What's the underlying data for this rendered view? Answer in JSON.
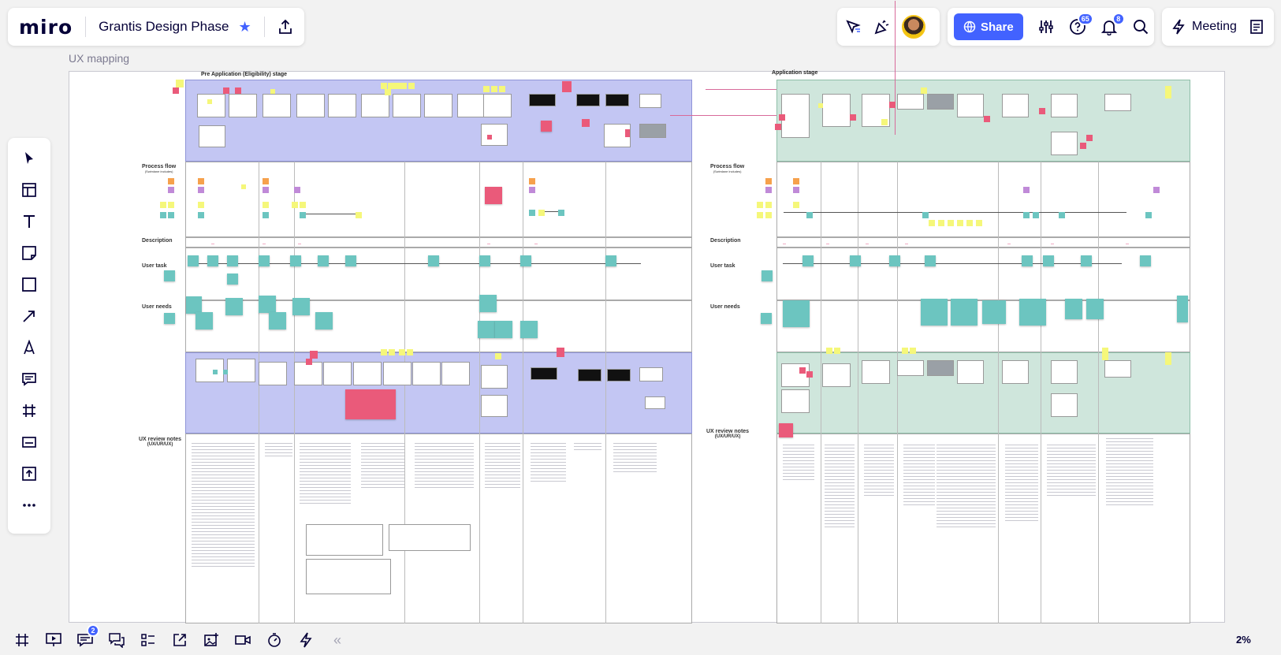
{
  "app": {
    "logo": "miro",
    "board_title": "Grantis Design Phase"
  },
  "collab": {
    "avatar_name": "user-avatar"
  },
  "share": {
    "label": "Share",
    "help_badge": "65",
    "notifications_badge": "8"
  },
  "meeting": {
    "label": "Meeting"
  },
  "frame": {
    "label": "UX mapping"
  },
  "board": {
    "pre_stage_title": "Pre Application (Eligibility) stage",
    "app_stage_title": "Application stage",
    "rows": {
      "process_flow": "Process flow",
      "process_flow_sub": "(Swimlane includes)",
      "description": "Description",
      "user_task": "User task",
      "user_needs": "User needs",
      "ux_review_notes": "UX review notes",
      "ux_review_sub": "(UX/UR/UX)"
    }
  },
  "bottom": {
    "comments_badge": "2",
    "collapse": "«"
  },
  "zoom": {
    "level": "2%"
  },
  "colors": {
    "accent": "#4262ff",
    "lane_purple": "#c3c6f3",
    "lane_green": "#cfe6dc",
    "sticky_yellow": "#f5f77a",
    "sticky_teal": "#6cc5c0",
    "sticky_pink": "#ea5a7a",
    "sticky_orange": "#f6a14c",
    "sticky_lilac": "#c08ad8"
  }
}
